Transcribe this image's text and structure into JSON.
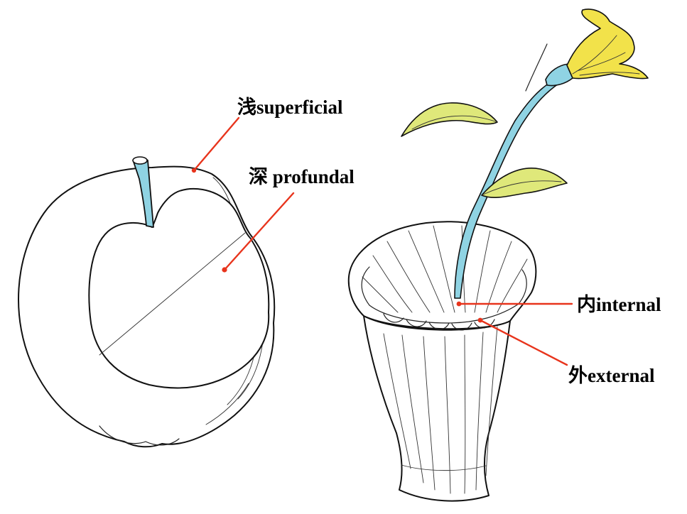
{
  "labels": {
    "superficial": "浅superficial",
    "profundal": "深 profundal",
    "internal": "内internal",
    "external": "外external"
  },
  "colors": {
    "leader_line": "#e8341c",
    "stem": "#8fd3e3",
    "leaf": "#dfe87a",
    "flower": "#f2e24a",
    "outline": "#111111"
  }
}
